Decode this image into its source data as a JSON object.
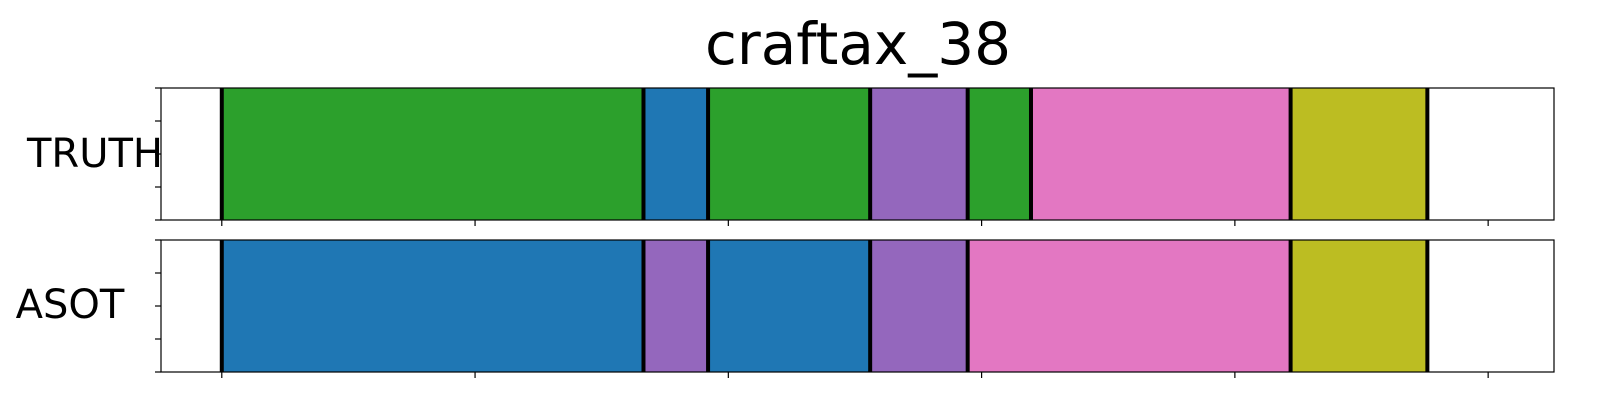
{
  "chart_data": {
    "type": "bar",
    "title": "craftax_38",
    "xlabel": "",
    "ylabel": "",
    "xlim": [
      0,
      1100
    ],
    "grid": false,
    "legend": "none",
    "rows": [
      {
        "label": "TRUTH",
        "segments": [
          {
            "start": 48,
            "end": 381,
            "color": "#2ca02c"
          },
          {
            "start": 381,
            "end": 432,
            "color": "#1f77b4"
          },
          {
            "start": 432,
            "end": 560,
            "color": "#2ca02c"
          },
          {
            "start": 560,
            "end": 637,
            "color": "#9467bd"
          },
          {
            "start": 637,
            "end": 687,
            "color": "#2ca02c"
          },
          {
            "start": 687,
            "end": 892,
            "color": "#e377c2"
          },
          {
            "start": 892,
            "end": 1000,
            "color": "#bcbd22"
          }
        ],
        "boundaries": [
          48,
          381,
          432,
          560,
          637,
          687,
          892,
          1000
        ]
      },
      {
        "label": "ASOT",
        "segments": [
          {
            "start": 48,
            "end": 381,
            "color": "#1f77b4"
          },
          {
            "start": 381,
            "end": 432,
            "color": "#9467bd"
          },
          {
            "start": 432,
            "end": 560,
            "color": "#1f77b4"
          },
          {
            "start": 560,
            "end": 637,
            "color": "#9467bd"
          },
          {
            "start": 637,
            "end": 892,
            "color": "#e377c2"
          },
          {
            "start": 892,
            "end": 1000,
            "color": "#bcbd22"
          }
        ],
        "boundaries": [
          48,
          381,
          432,
          560,
          637,
          892,
          1000
        ]
      }
    ],
    "xticks": [
      48,
      248,
      448,
      648,
      848,
      1048
    ]
  }
}
